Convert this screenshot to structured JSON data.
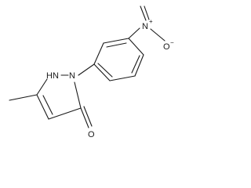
{
  "molecule": {
    "labels": {
      "nh": "HN",
      "n_ring": "N",
      "o_carbonyl": "O",
      "n_nitro": "N",
      "n_nitro_charge": "+",
      "o_nitro": "O",
      "o_nitro_charge": "−"
    }
  }
}
